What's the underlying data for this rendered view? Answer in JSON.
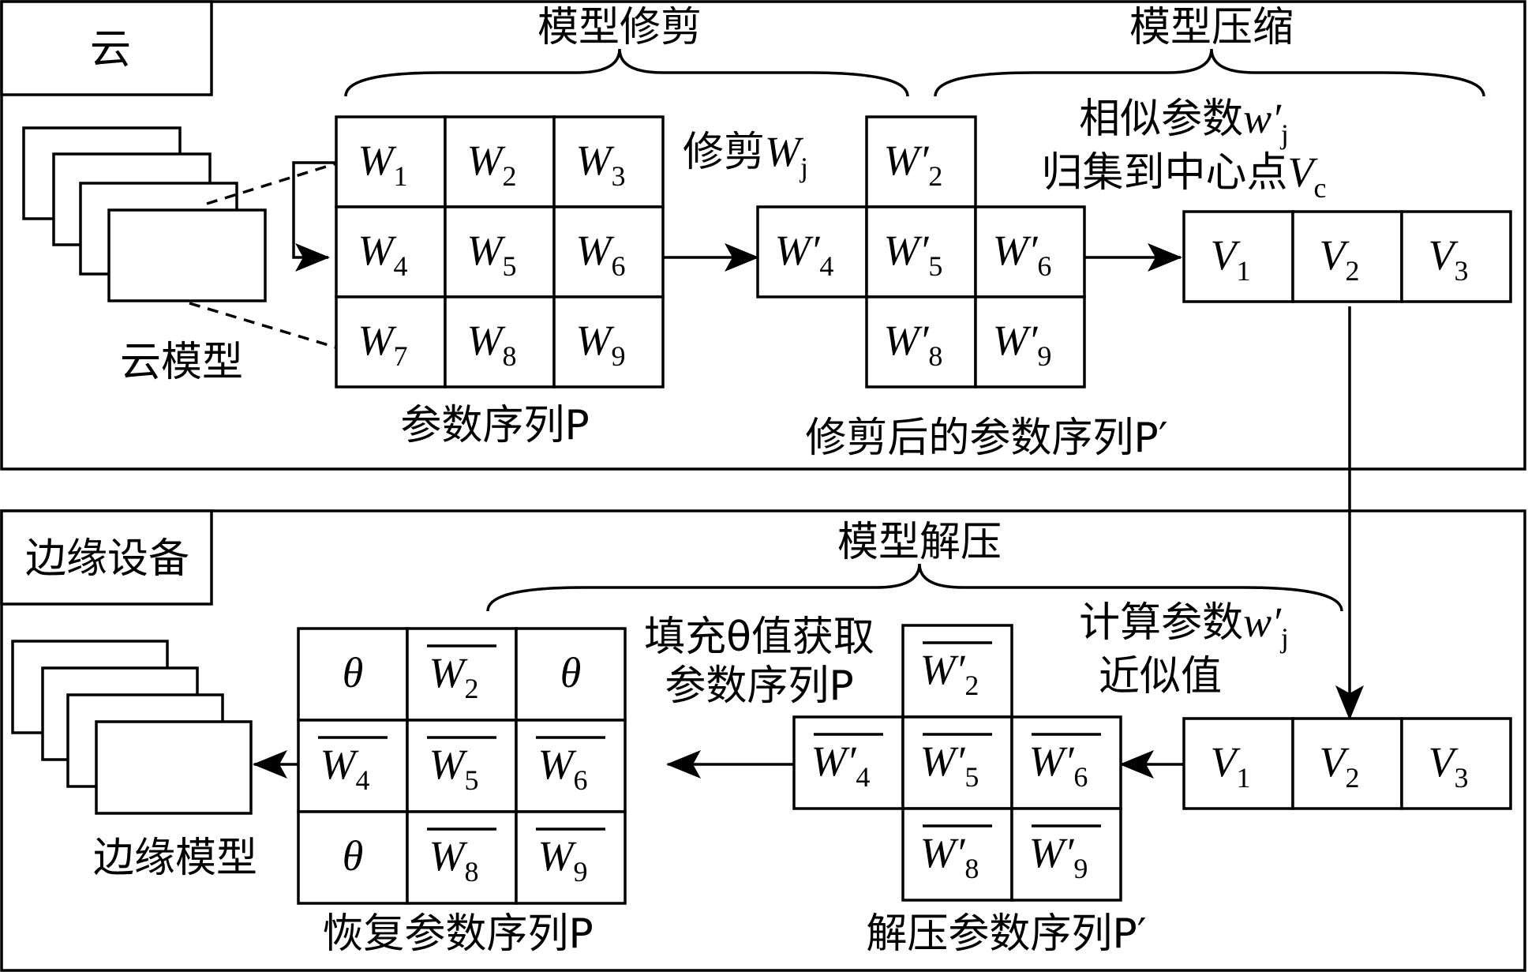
{
  "cloud": {
    "title": "云",
    "model_label": "云模型",
    "pruning_title": "模型修剪",
    "compression_title": "模型压缩",
    "prune_note_prefix": "修剪",
    "prune_note_var": "W",
    "prune_note_sub": "j",
    "cluster_note_line1_prefix": "相似参数",
    "cluster_note_var": "w′",
    "cluster_note_sub": "j",
    "cluster_note_line2_prefix": "归集到中心点",
    "cluster_note_center_var": "V",
    "cluster_note_center_sub": "c",
    "param_seq_label": "参数序列P",
    "pruned_seq_label": "修剪后的参数序列P′",
    "param_grid": [
      {
        "v": "W",
        "s": "1"
      },
      {
        "v": "W",
        "s": "2"
      },
      {
        "v": "W",
        "s": "3"
      },
      {
        "v": "W",
        "s": "4"
      },
      {
        "v": "W",
        "s": "5"
      },
      {
        "v": "W",
        "s": "6"
      },
      {
        "v": "W",
        "s": "7"
      },
      {
        "v": "W",
        "s": "8"
      },
      {
        "v": "W",
        "s": "9"
      }
    ],
    "pruned_cells": [
      {
        "v": "W′",
        "s": "2"
      },
      {
        "v": "W′",
        "s": "4"
      },
      {
        "v": "W′",
        "s": "5"
      },
      {
        "v": "W′",
        "s": "6"
      },
      {
        "v": "W′",
        "s": "8"
      },
      {
        "v": "W′",
        "s": "9"
      }
    ],
    "centers": [
      {
        "v": "V",
        "s": "1"
      },
      {
        "v": "V",
        "s": "2"
      },
      {
        "v": "V",
        "s": "3"
      }
    ]
  },
  "edge": {
    "title": "边缘设备",
    "model_label": "边缘模型",
    "decompress_title": "模型解压",
    "approx_note_line1_prefix": "计算参数",
    "approx_note_var": "w′",
    "approx_note_sub": "j",
    "approx_note_line2": "近似值",
    "fill_note_line1": "填充θ值获取",
    "fill_note_line2": "参数序列P",
    "decompressed_seq_label": "解压参数序列P′",
    "restored_seq_label": "恢复参数序列P",
    "centers": [
      {
        "v": "V",
        "s": "1"
      },
      {
        "v": "V",
        "s": "2"
      },
      {
        "v": "V",
        "s": "3"
      }
    ],
    "decompressed_cells": [
      {
        "v": "W′",
        "s": "2"
      },
      {
        "v": "W′",
        "s": "4"
      },
      {
        "v": "W′",
        "s": "5"
      },
      {
        "v": "W′",
        "s": "6"
      },
      {
        "v": "W′",
        "s": "8"
      },
      {
        "v": "W′",
        "s": "9"
      }
    ],
    "restored_grid": [
      {
        "v": "θ",
        "s": ""
      },
      {
        "v": "W",
        "s": "2"
      },
      {
        "v": "θ",
        "s": ""
      },
      {
        "v": "W",
        "s": "4"
      },
      {
        "v": "W",
        "s": "5"
      },
      {
        "v": "W",
        "s": "6"
      },
      {
        "v": "θ",
        "s": ""
      },
      {
        "v": "W",
        "s": "8"
      },
      {
        "v": "W",
        "s": "9"
      }
    ]
  }
}
